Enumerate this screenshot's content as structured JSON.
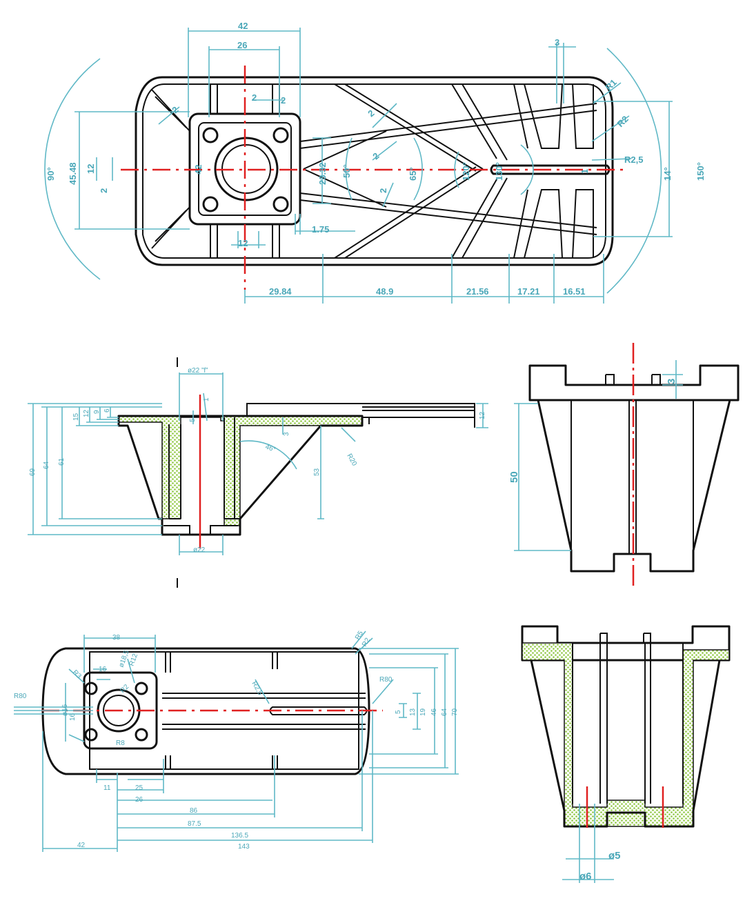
{
  "top_view": {
    "dims": [
      "42",
      "26",
      "2",
      "2",
      "2",
      "3",
      "R1",
      "R2",
      "R2,5",
      "90°",
      "45.48",
      "12",
      "2",
      "42",
      "23.32",
      "2",
      "50°",
      "2",
      "65°",
      "120°",
      "130°",
      "1",
      "14°",
      "150°",
      "1.75",
      "12",
      "29.84",
      "48.9",
      "21.56",
      "17.21",
      "16.51",
      "2"
    ]
  },
  "side_section": {
    "dims": [
      "ø22 ”f”",
      "1",
      "69",
      "64",
      "61",
      "15",
      "12",
      "9",
      "6",
      "5",
      "3",
      "46°",
      "R20",
      "53",
      "12",
      "ø22"
    ]
  },
  "end_view": {
    "dims": [
      "3",
      "50"
    ]
  },
  "bottom_view": {
    "dims": [
      "38",
      "16",
      "R3",
      "ø18,5",
      "R12",
      "16",
      "R2",
      "ø16",
      "R8",
      "R80",
      "R80",
      "R2,5",
      "R5",
      "R2",
      "5",
      "13",
      "19",
      "46",
      "64",
      "70",
      "11",
      "25",
      "26",
      "86",
      "87.5",
      "136.5",
      "143",
      "42"
    ]
  },
  "end_section": {
    "dims": [
      "ø5",
      "ø6"
    ]
  },
  "colors": {
    "outline": "#111111",
    "dimension": "#5fb8c6",
    "centerline": "#e02020",
    "hatch": "#8dc63f"
  }
}
